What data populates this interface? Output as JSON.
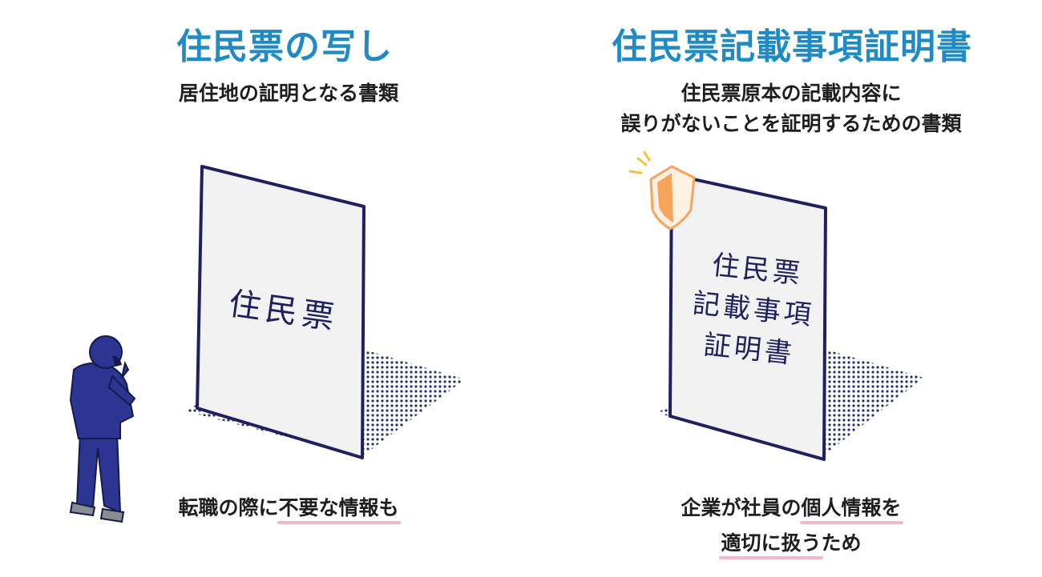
{
  "left": {
    "title": "住民票の写し",
    "subtitle": "居住地の証明となる書類",
    "doc_label": "住民票",
    "caption_plain": "転職の際に",
    "caption_highlight": "不要な情報も"
  },
  "right": {
    "title": "住民票記載事項証明書",
    "subtitle_line1": "住民票原本の記載内容に",
    "subtitle_line2": "誤りがないことを証明するための書類",
    "doc_label_line1": "住民票",
    "doc_label_line2": "記載事項",
    "doc_label_line3": "証明書",
    "caption_line1_plain": "企業が社員の",
    "caption_line1_highlight": "個人情報を",
    "caption_line2_highlight": "適切に扱う",
    "caption_line2_plain": "ため"
  },
  "colors": {
    "title": "#1f8ac4",
    "document_outline": "#1f2060",
    "document_fill": "#f2f2f2",
    "shadow_dots": "#26306b",
    "highlight_underline": "#f2b8c6",
    "shield": "#f6a45c",
    "person_suit": "#2c3592"
  },
  "icons": {
    "person": "person-thinking-icon",
    "shield": "shield-icon"
  }
}
